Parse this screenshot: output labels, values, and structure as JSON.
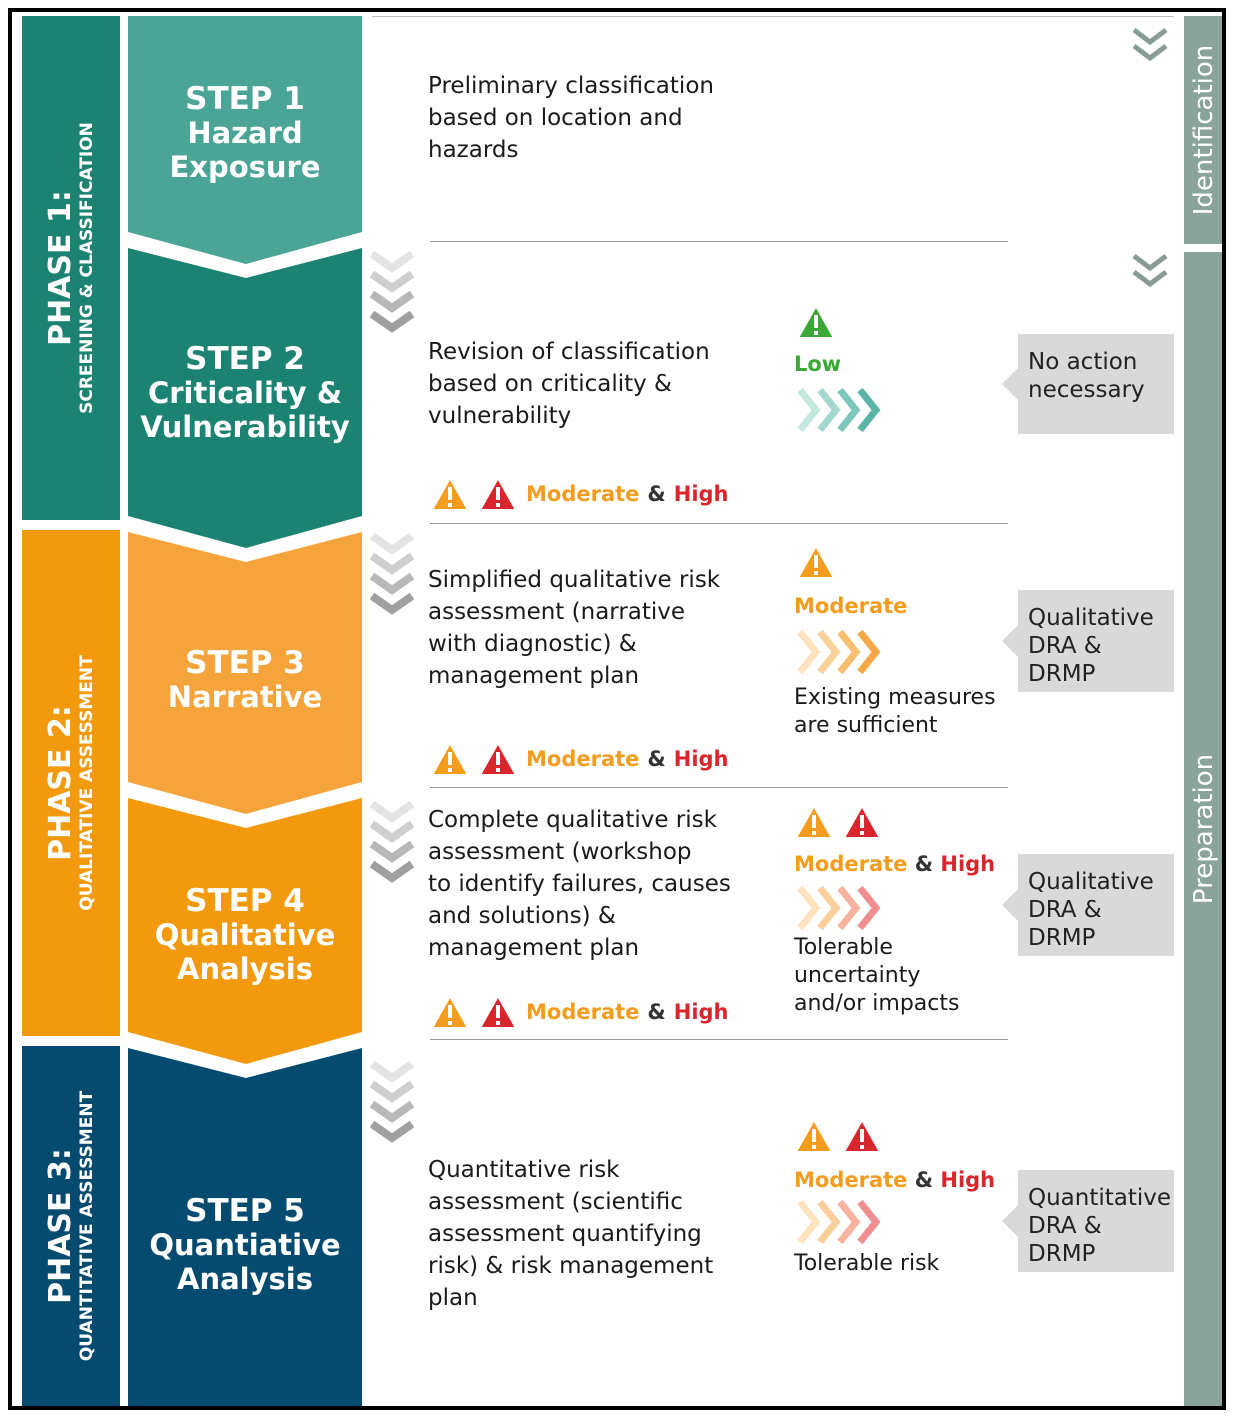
{
  "colors": {
    "teal_light": "#4aa596",
    "teal_dark": "#1c8271",
    "orange_light": "#f4a43a",
    "orange": "#f2990d",
    "navy": "#054b70",
    "sidebar": "#8aa39b",
    "moderate": "#f39c1e",
    "high": "#d9262c",
    "low": "#3aa935"
  },
  "phases": [
    {
      "title": "PHASE 1:",
      "subtitle": "SCREENING & CLASSIFICATION"
    },
    {
      "title": "PHASE 2:",
      "subtitle": "QUALITATIVE ASSESSMENT"
    },
    {
      "title": "PHASE 3:",
      "subtitle": "QUANTITATIVE ASSESSMENT"
    }
  ],
  "steps": [
    {
      "num": "STEP 1",
      "name_line1": "Hazard",
      "name_line2": "Exposure",
      "description": [
        "Preliminary classification",
        "based on location and",
        "hazards"
      ]
    },
    {
      "num": "STEP 2",
      "name_line1": "Criticality &",
      "name_line2": "Vulnerability",
      "description": [
        "Revision of classification",
        "based on criticality &",
        "vulnerability"
      ]
    },
    {
      "num": "STEP 3",
      "name_line1": "Narrative",
      "name_line2": "",
      "description": [
        "Simplified qualitative risk",
        "assessment (narrative",
        "with diagnostic) &",
        "management plan"
      ]
    },
    {
      "num": "STEP 4",
      "name_line1": "Qualitative",
      "name_line2": "Analysis",
      "description": [
        "Complete qualitative risk",
        "assessment (workshop",
        "to identify failures, causes",
        "and solutions) &",
        "management plan"
      ]
    },
    {
      "num": "STEP 5",
      "name_line1": "Quantiative",
      "name_line2": "Analysis",
      "description": [
        "Quantitative risk",
        "assessment (scientific",
        "assessment quantifying",
        "risk) & risk management",
        "plan"
      ]
    }
  ],
  "levels": {
    "low": "Low",
    "moderate": "Moderate",
    "high": "High",
    "amp": "&"
  },
  "results": [
    {
      "text": []
    },
    {
      "text": [
        "Existing measures",
        "are sufficient"
      ]
    },
    {
      "text": [
        "Tolerable",
        "uncertainty",
        "and/or impacts"
      ]
    },
    {
      "text": [
        "Tolerable risk"
      ]
    }
  ],
  "outcomes": [
    {
      "lines": [
        "No action",
        "necessary"
      ]
    },
    {
      "lines": [
        "Qualitative",
        "DRA &",
        "DRMP"
      ]
    },
    {
      "lines": [
        "Qualitative",
        "DRA &",
        "DRMP"
      ]
    },
    {
      "lines": [
        "Quantitative",
        "DRA &",
        "DRMP"
      ]
    }
  ],
  "sidebar": {
    "identification": "Identification",
    "preparation": "Preparation"
  }
}
